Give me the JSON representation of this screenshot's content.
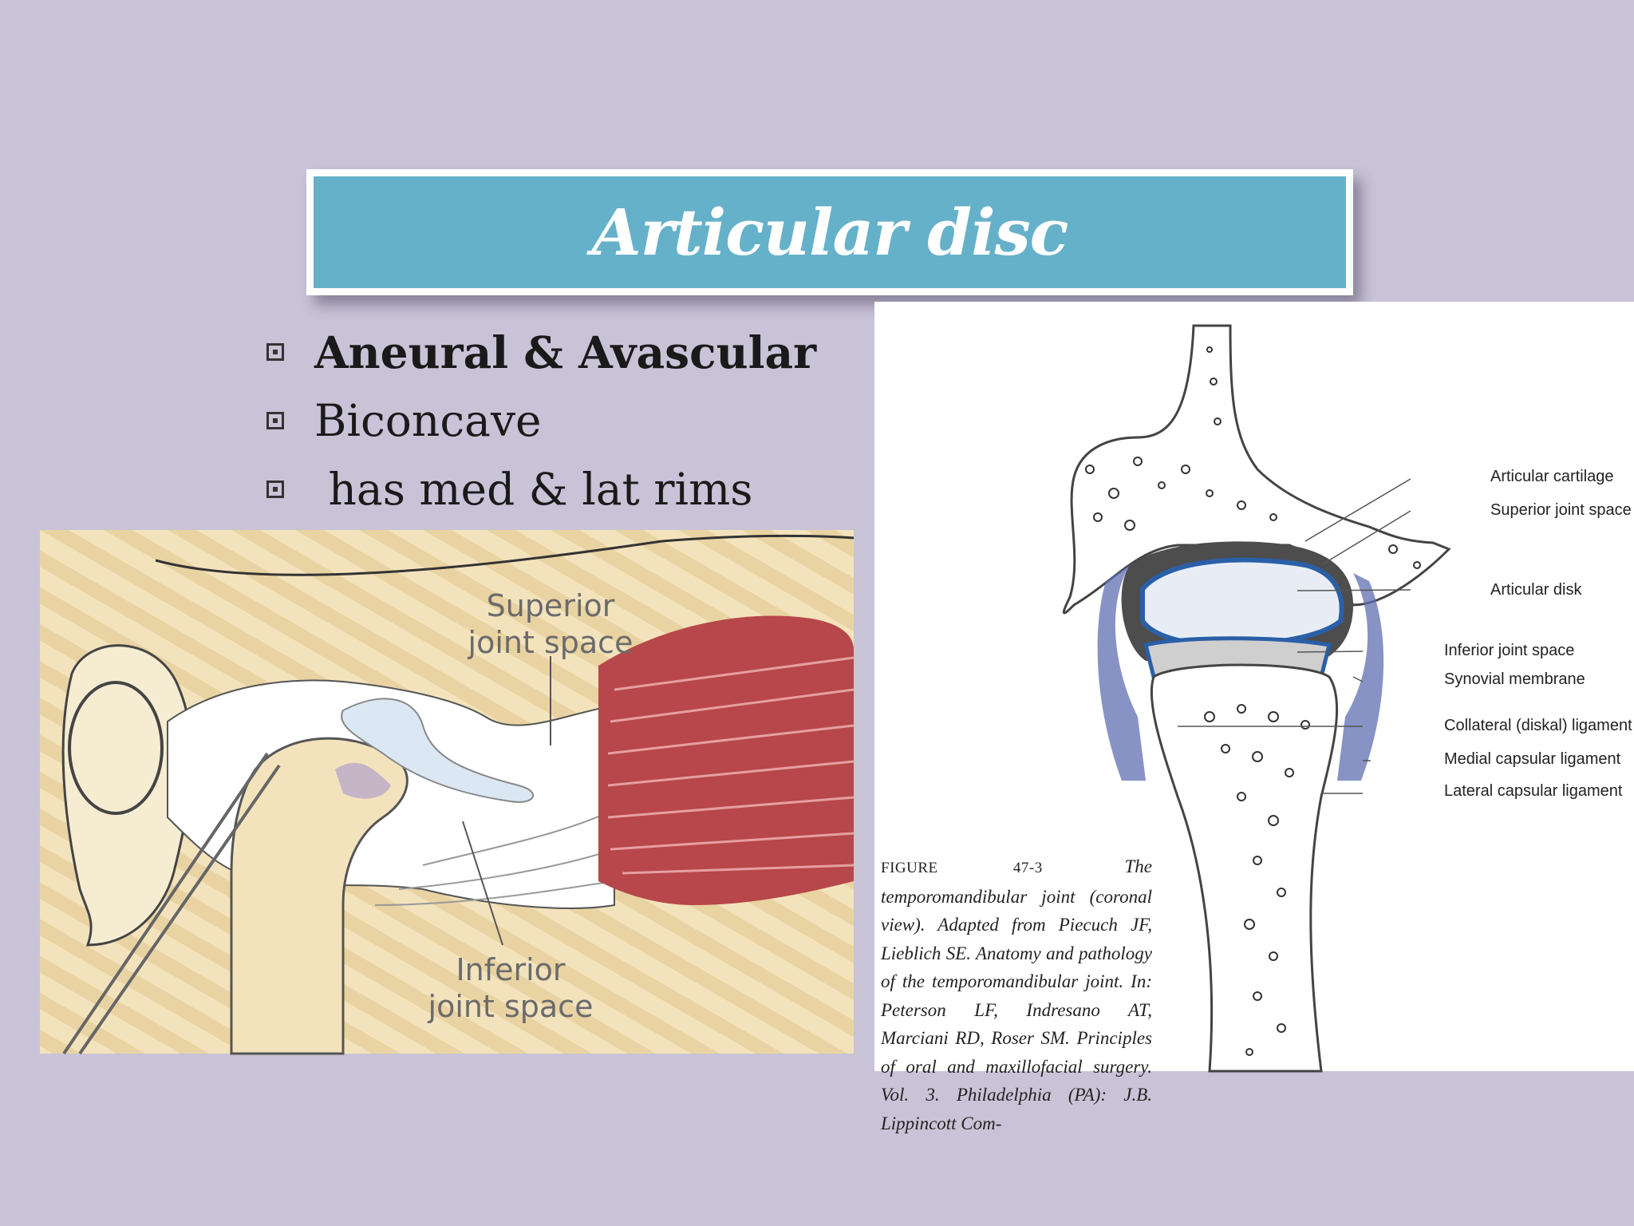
{
  "slide": {
    "title": "Articular disc",
    "bullets": [
      {
        "text": "Aneural & Avascular",
        "bold": true
      },
      {
        "text": "Biconcave",
        "bold": false
      },
      {
        "text": " has med & lat rims",
        "bold": false
      }
    ]
  },
  "left_figure": {
    "superior_label": "Superior\njoint space",
    "inferior_label": "Inferior\njoint space"
  },
  "right_figure": {
    "labels": {
      "articular_cartilage": "Articular cartilage",
      "superior_joint_space": "Superior joint space",
      "articular_disk": "Articular disk",
      "inferior_joint_space": "Inferior joint space",
      "synovial_membrane": "Synovial membrane",
      "collateral_ligament": "Collateral (diskal) ligament",
      "medial_capsular_ligament": "Medial capsular ligament",
      "lateral_capsular_ligament": "Lateral capsular ligament"
    },
    "caption_figure_number": "FIGURE 47-3",
    "caption_text": "The temporomandibular joint (coronal view). Adapted from Piecuch JF, Lieblich SE. Anatomy and pathology of the temporomandibular joint. In: Peterson LF, Indresano AT, Marciani RD, Roser SM. Principles of oral and maxillofacial surgery. Vol. 3. Philadelphia (PA): J.B. Lippincott Com-"
  },
  "colors": {
    "background": "#c9c3d7",
    "title_bar": "#66b1ca",
    "muscle": "#b7474a",
    "disc_blue": "#2a5fa8"
  }
}
